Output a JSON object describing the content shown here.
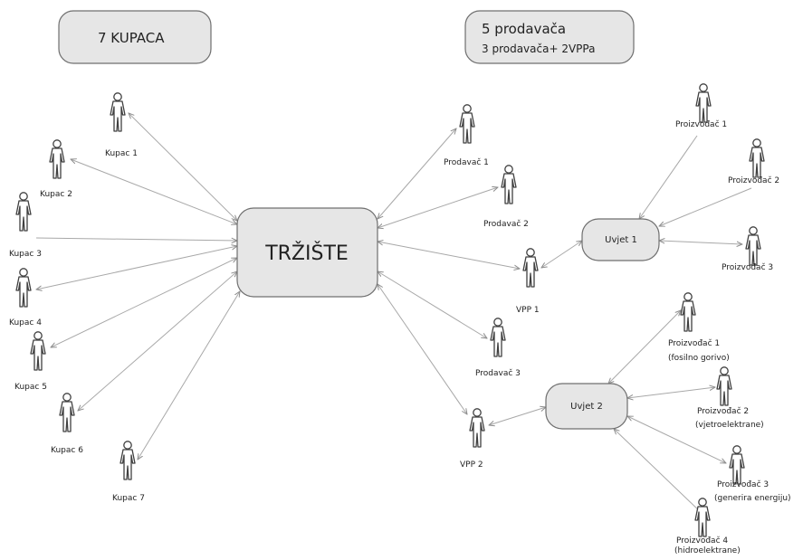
{
  "buyers_header": "7 KUPACA",
  "sellers_header": {
    "line1": "5 prodavača",
    "line2": "3 prodavača+ 2VPPa"
  },
  "market_label": "TRŽIŠTE",
  "buyers": [
    "Kupac 1",
    "Kupac 2",
    "Kupac 3",
    "Kupac 4",
    "Kupac 5",
    "Kupac 6",
    "Kupac 7"
  ],
  "sellers": [
    "Prodavač 1",
    "Prodavač 2",
    "Prodavač 3"
  ],
  "vpp": [
    "VPP 1",
    "VPP 2"
  ],
  "conditions": [
    "Uvjet 1",
    "Uvjet 2"
  ],
  "vpp1_producers": [
    "Proizvođač 1",
    "Proizvođač 2",
    "Proizvođač 3"
  ],
  "vpp2_producers": [
    {
      "name": "Proizvođač 1",
      "note": "(fosilno gorivo)"
    },
    {
      "name": "Proizvođač 2",
      "note": "(vjetroelektrane)"
    },
    {
      "name": "Proizvođač 3",
      "note": "(generira energiju)"
    },
    {
      "name": "Proizvođač 4",
      "note": "(hidroelektrane)"
    }
  ]
}
